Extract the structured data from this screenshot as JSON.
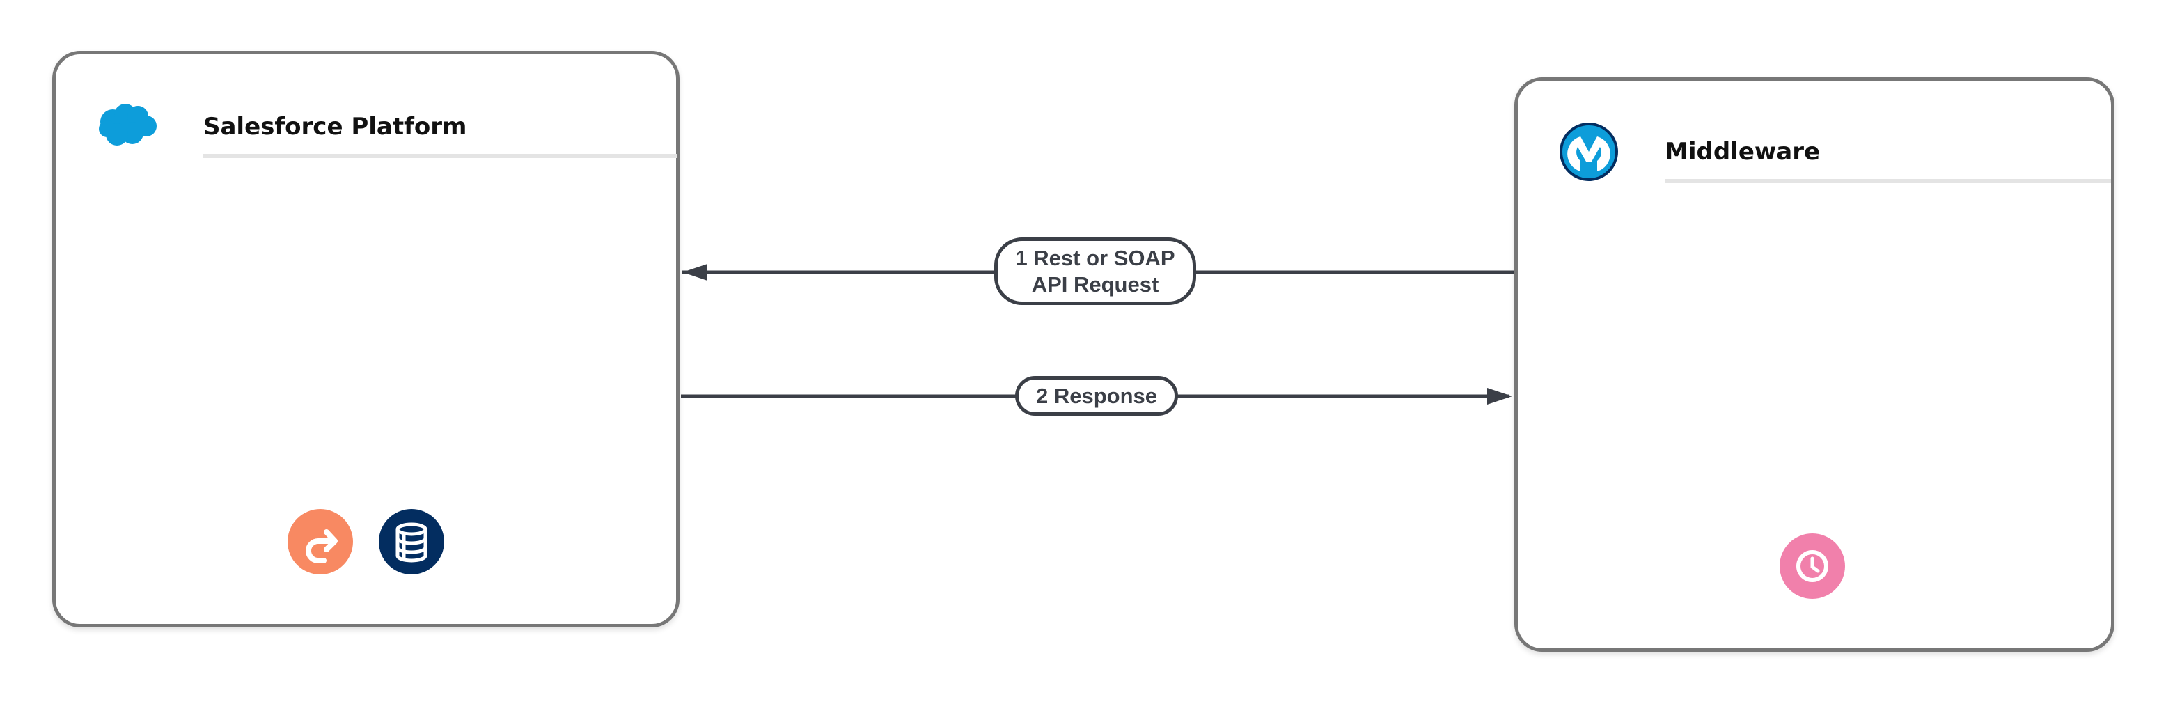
{
  "nodes": {
    "salesforce": {
      "title": "Salesforce Platform",
      "logo": "salesforce-cloud-icon",
      "icons": [
        "redirect-arrow-icon",
        "database-icon"
      ]
    },
    "middleware": {
      "title": "Middleware",
      "logo": "mulesoft-icon",
      "icons": [
        "clock-icon"
      ]
    }
  },
  "edges": [
    {
      "label_line1": "1 Rest or SOAP",
      "label_line2": "API Request",
      "direction": "middleware-to-salesforce"
    },
    {
      "label": "2 Response",
      "direction": "salesforce-to-middleware"
    }
  ],
  "colors": {
    "border": "#777777",
    "arrow": "#3b3f47",
    "salesforce": "#0d9dda",
    "orange": "#f88962",
    "navy": "#032d60",
    "pink": "#f180ab"
  }
}
